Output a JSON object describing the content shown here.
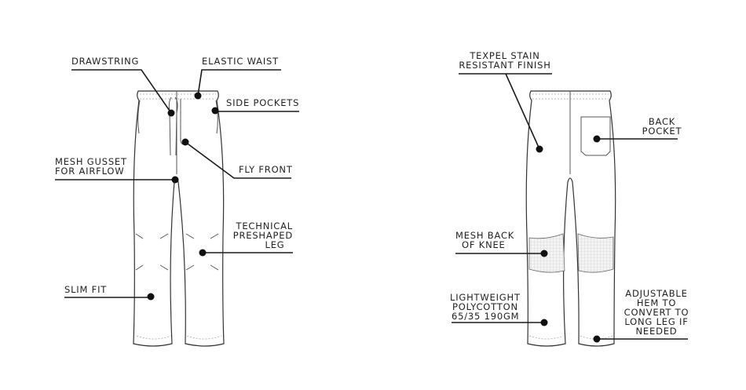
{
  "title": "Pants feature diagram",
  "colors": {
    "line": "#1a1a1a",
    "outline": "#333333",
    "mesh": "#dddddd"
  },
  "front": {
    "drawstring": "DRAWSTRING",
    "elastic_waist": "ELASTIC WAIST",
    "side_pockets": "SIDE POCKETS",
    "mesh_gusset": [
      "MESH GUSSET",
      "FOR AIRFLOW"
    ],
    "fly_front": "FLY FRONT",
    "technical_leg": [
      "TECHNICAL",
      "PRESHAPED",
      "LEG"
    ],
    "slim_fit": "SLIM FIT"
  },
  "back": {
    "texpel": [
      "TEXPEL STAIN",
      "RESISTANT FINISH"
    ],
    "back_pocket": [
      "BACK",
      "POCKET"
    ],
    "mesh_knee": [
      "MESH BACK",
      "OF KNEE"
    ],
    "fabric": [
      "LIGHTWEIGHT",
      "POLYCOTTON",
      "65/35 190GM"
    ],
    "hem": [
      "ADJUSTABLE",
      "HEM TO",
      "CONVERT TO",
      "LONG LEG IF",
      "NEEDED"
    ]
  }
}
